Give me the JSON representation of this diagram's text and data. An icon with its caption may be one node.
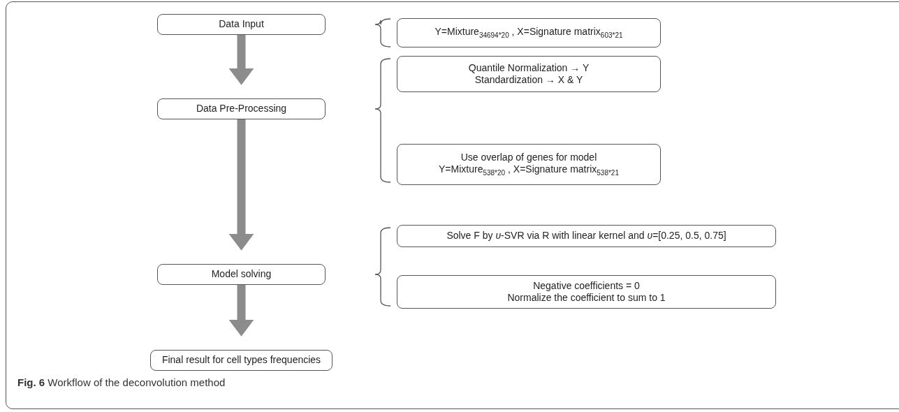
{
  "diagram": {
    "caption": "**Fig. 6** Workflow of the deconvolution method",
    "nodes": [
      {
        "text": [
          "Data Input"
        ]
      },
      {
        "text": [
          "Y=Mixture$_{34694*20}$ , X=Signature matrix$_{603*21}$"
        ]
      },
      {
        "text": [
          "Data Pre-Processing"
        ]
      },
      {
        "text": [
          "Quantile Normalization → Y",
          "Standardization → X & Y"
        ]
      },
      {
        "text": [
          "Use overlap of genes for model",
          "Y=Mixture$_{538*20}$ , X=Signature matrix$_{538*21}$"
        ]
      },
      {
        "text": [
          "Model solving"
        ]
      },
      {
        "text": [
          "Solve F by *υ*-SVR via R with linear kernel and *υ*=[0.25, 0.5, 0.75]"
        ]
      },
      {
        "text": [
          "Negative coefficients = 0",
          "Normalize the coefficient to sum to 1"
        ]
      },
      {
        "text": [
          "Final result for cell types frequencies"
        ]
      }
    ],
    "edges": [
      {
        "from": 0,
        "to": 2,
        "arrow": "to"
      },
      {
        "from": 2,
        "to": 5,
        "arrow": "to"
      },
      {
        "from": 5,
        "to": 8,
        "arrow": "to"
      }
    ]
  }
}
